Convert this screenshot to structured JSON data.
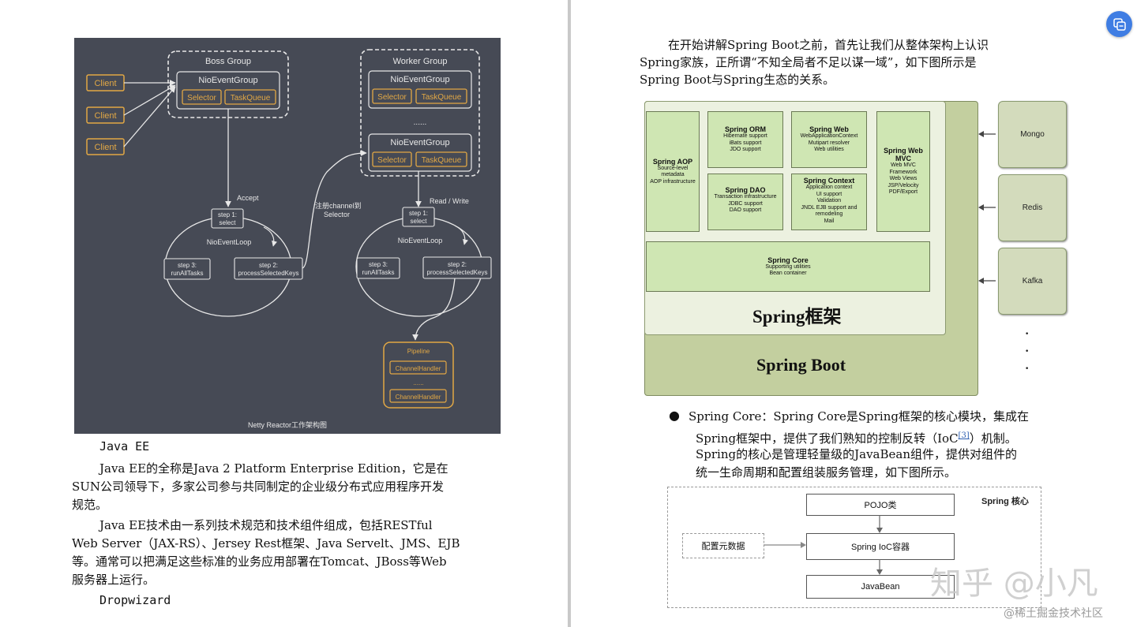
{
  "left_page": {
    "netty_diagram": {
      "caption": "Netty Reactor工作架构图",
      "clients": [
        "Client",
        "Client",
        "Client"
      ],
      "boss_group": {
        "title": "Boss Group",
        "event_group": "NioEventGroup",
        "selector": "Selector",
        "task_queue": "TaskQueue"
      },
      "worker_group": {
        "title": "Worker Group",
        "event_group": "NioEventGroup",
        "selector": "Selector",
        "task_queue": "TaskQueue",
        "ellipsis": "......",
        "event_group_2": "NioEventGroup",
        "selector_2": "Selector",
        "task_queue_2": "TaskQueue"
      },
      "accept_label": "Accept",
      "register_label_1": "注册channel到",
      "register_label_2": "Selector",
      "read_write_label": "Read / Write",
      "loop_left": {
        "title": "NioEventLoop",
        "step1_a": "step 1:",
        "step1_b": "select",
        "step2_a": "step 2:",
        "step2_b": "processSelectedKeys",
        "step3_a": "step 3:",
        "step3_b": "runAllTasks"
      },
      "loop_right": {
        "title": "NioEventLoop",
        "step1_a": "step 1:",
        "step1_b": "select",
        "step2_a": "step 2:",
        "step2_b": "processSelectedKeys",
        "step3_a": "step 3:",
        "step3_b": "runAllTasks"
      },
      "pipeline": {
        "title": "Pipeline",
        "handler_1": "ChannelHandler",
        "ellipsis": "......",
        "handler_2": "ChannelHandler"
      }
    },
    "heading_java_ee": "Java EE",
    "para_1_line_1": "Java EE的全称是Java 2 Platform Enterprise Edition，它是在",
    "para_1_line_2": "SUN公司领导下，多家公司参与共同制定的企业级分布式应用程序开发",
    "para_1_line_3": "规范。",
    "para_2_line_1": "Java EE技术由一系列技术规范和技术组件组成，包括RESTful",
    "para_2_line_2": "Web Server（JAX-RS）、Jersey Rest框架、Java Servelt、JMS、EJB",
    "para_2_line_3": "等。通常可以把满足这些标准的业务应用部署在Tomcat、JBoss等Web",
    "para_2_line_4": "服务器上运行。",
    "heading_dropwizard": "Dropwizard"
  },
  "right_page": {
    "intro_line_1": "在开始讲解Spring Boot之前，首先让我们从整体架构上认识",
    "intro_line_2": "Spring家族，正所谓“不知全局者不足以谋一域”，如下图所示是",
    "intro_line_3": "Spring Boot与Spring生态的关系。",
    "spring_diagram": {
      "aop_title": "Spring AOP",
      "aop_sub_1": "Source-level",
      "aop_sub_2": "metadata",
      "aop_sub_3": "AOP infrastructure",
      "orm_title": "Spring ORM",
      "orm_sub_1": "Hibernate support",
      "orm_sub_2": "iBats support",
      "orm_sub_3": "JDO support",
      "web_title": "Spring Web",
      "web_sub_1": "WebApplicationContext",
      "web_sub_2": "Mutipart resolver",
      "web_sub_3": "Web utilities",
      "mvc_title_1": "Spring Web",
      "mvc_title_2": "MVC",
      "mvc_sub_1": "Web MVC",
      "mvc_sub_2": "Framework",
      "mvc_sub_3": "Web Views",
      "mvc_sub_4": "JSP/Velocity",
      "mvc_sub_5": "PDF/Export",
      "dao_title": "Spring DAO",
      "dao_sub_1": "Transaction infrastructure",
      "dao_sub_2": "JDBC support",
      "dao_sub_3": "DAO support",
      "context_title": "Spring Context",
      "context_sub_1": "Application context",
      "context_sub_2": "UI support",
      "context_sub_3": "Validation",
      "context_sub_4": "JNDL EJB support and",
      "context_sub_5": "remodeling",
      "context_sub_6": "Mail",
      "core_title": "Spring Core",
      "core_sub_1": "Supporting utilities",
      "core_sub_2": "Bean container",
      "framework_label": "Spring框架",
      "boot_label": "Spring Boot",
      "side_1": "Mongo",
      "side_2": "Redis",
      "side_3": "Kafka",
      "dot": "•"
    },
    "bullet": "●",
    "bullet_line_1": "Spring Core：Spring Core是Spring框架的核心模块，集成在",
    "bullet_line_2a": "Spring框架中，提供了我们熟知的控制反转（IoC",
    "bullet_ref": "[3]",
    "bullet_line_2b": "）机制。",
    "bullet_line_3": "Spring的核心是管理轻量级的JavaBean组件，提供对组件的",
    "bullet_line_4": "统一生命周期和配置组装服务管理，如下图所示。",
    "core_diagram": {
      "title": "Spring 核心",
      "pojo": "POJO类",
      "config": "配置元数据",
      "ioc": "Spring IoC容器",
      "javabean": "JavaBean"
    },
    "watermark_1": "知乎 @小凡",
    "watermark_2": "@稀土掘金技术社区"
  },
  "colors": {
    "netty_bg": "#464a55",
    "netty_orange": "#e2a845",
    "spring_green": "#cfe6b3",
    "spring_boot_green": "#c3cf9f"
  }
}
